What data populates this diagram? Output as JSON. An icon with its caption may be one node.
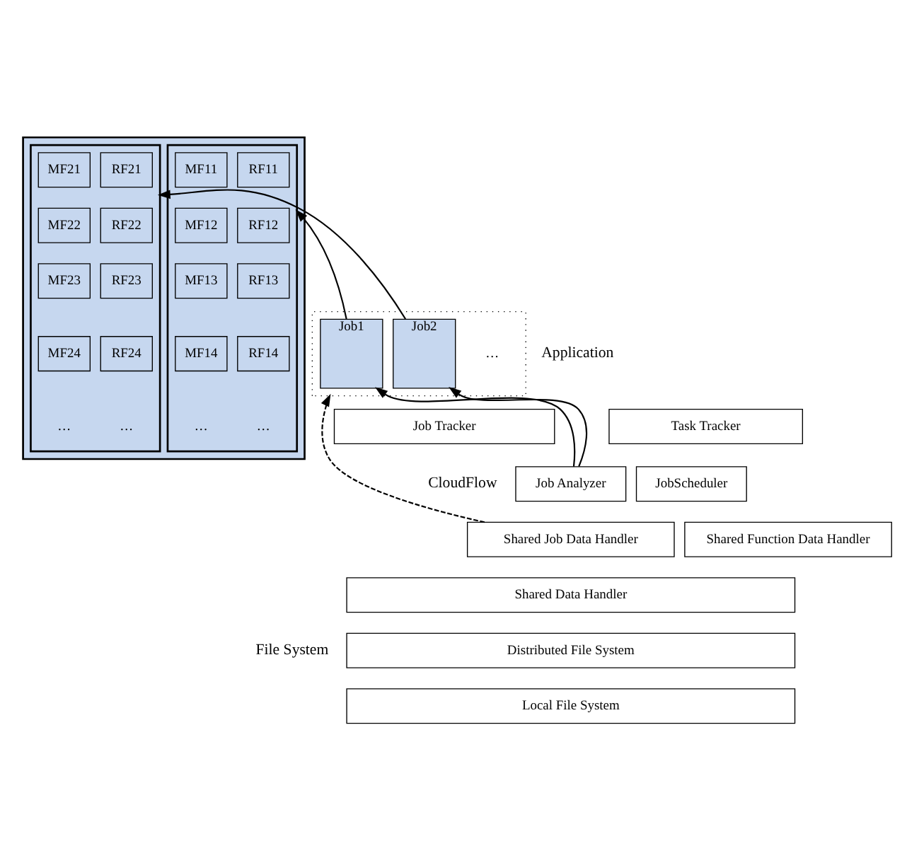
{
  "diagram": {
    "nodes": [
      {
        "text": [],
        "shape": "box"
      },
      {
        "text": [
          "Job1"
        ],
        "in": 0
      },
      {
        "text": [
          "Job2"
        ],
        "in": 0
      },
      {
        "text": [],
        "shape": "box"
      },
      {
        "text": [],
        "shape": "box",
        "in": 3
      },
      {
        "text": [
          "MF11"
        ],
        "in": 4
      },
      {
        "text": [
          "RF11"
        ],
        "in": 4
      },
      {
        "text": [
          "MF12"
        ],
        "in": 4
      },
      {
        "text": [
          "RF12"
        ],
        "in": 4
      },
      {
        "text": [
          "MF13"
        ],
        "in": 4
      },
      {
        "text": [
          "RF13"
        ],
        "in": 4
      },
      {
        "text": [
          "MF14"
        ],
        "in": 4
      },
      {
        "text": [
          "RF14"
        ],
        "in": 4
      },
      {
        "text": [],
        "shape": "box",
        "in": 3
      },
      {
        "text": [
          "MF21"
        ],
        "in": 13
      },
      {
        "text": [
          "RF21"
        ],
        "in": 13
      },
      {
        "text": [
          "MF22"
        ],
        "in": 13
      },
      {
        "text": [
          "RF22"
        ],
        "in": 13
      },
      {
        "text": [
          "MF23"
        ],
        "in": 13
      },
      {
        "text": [
          "RF23"
        ],
        "in": 13
      },
      {
        "text": [
          "MF24"
        ],
        "in": 13
      },
      {
        "text": [
          "RF24"
        ],
        "in": 13
      },
      {
        "text": [
          "Job Tracker"
        ]
      },
      {
        "text": [
          "Job Analyzer"
        ]
      },
      {
        "text": [
          "JobScheduler"
        ]
      },
      {
        "text": [
          "Task Tracker"
        ]
      },
      {
        "text": [
          "Shared Job Data Handler"
        ]
      },
      {
        "text": [
          "Shared Function Data Handler"
        ]
      },
      {
        "text": [
          "Shared Data Handler"
        ]
      },
      {
        "text": [
          "Distributed File System"
        ]
      },
      {
        "text": [
          "Local File System"
        ]
      }
    ],
    "edges": [
      {
        "from": 1,
        "to": 4,
        "arrow": "to"
      },
      {
        "from": 2,
        "to": 13,
        "arrow": "to"
      },
      {
        "from": 23,
        "to": 1,
        "arrow": "to"
      },
      {
        "from": 23,
        "to": 2,
        "arrow": "to"
      },
      {
        "from": 26,
        "to": 0,
        "arrow": "to",
        "style": "dashed"
      }
    ],
    "labels": [
      "Application",
      "…",
      "…",
      "…",
      "…",
      "…",
      "CloudFlow",
      "File System"
    ]
  }
}
